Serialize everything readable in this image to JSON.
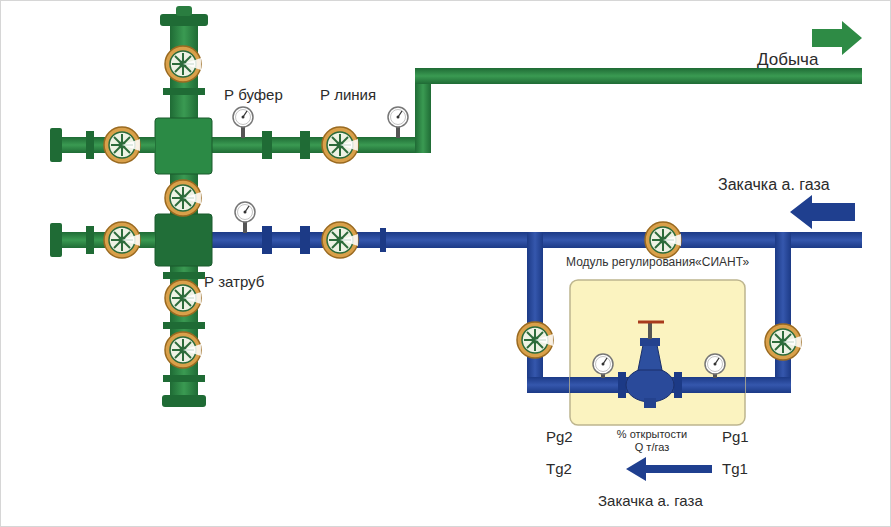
{
  "diagram": {
    "nodes": [
      {
        "text": [
          "Модуль регулирования«СИАНТ»"
        ]
      }
    ],
    "labels": [
      "Добыча",
      "Р буфер",
      "Р линия",
      "Закачка а. газа",
      "Р затруб",
      "Pg2",
      "% открытости Q т/газ",
      "Pg1",
      "Tg2",
      "Tg1",
      "Закачка а. газа"
    ]
  }
}
